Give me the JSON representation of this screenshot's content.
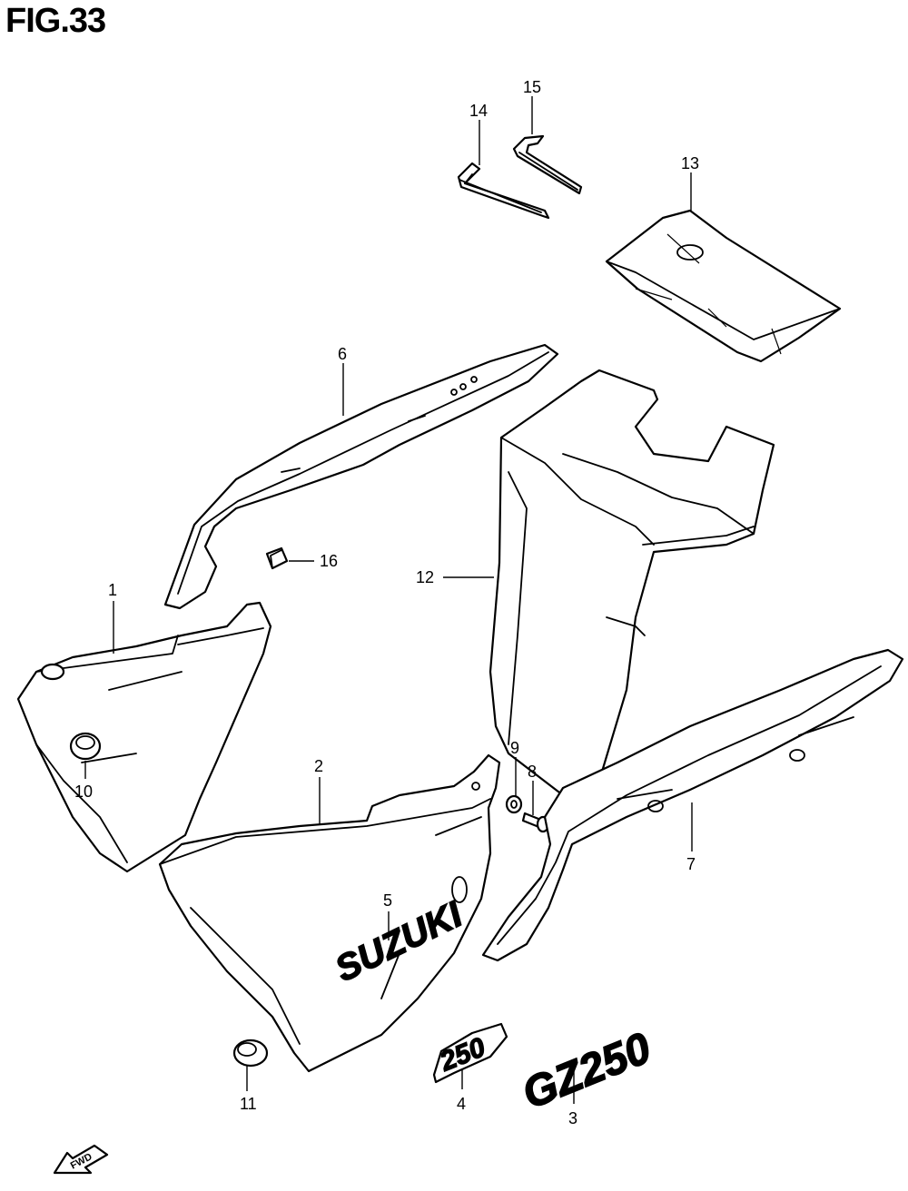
{
  "figure": {
    "title": "FIG.33"
  },
  "callouts": [
    {
      "id": "1",
      "label": "1"
    },
    {
      "id": "2",
      "label": "2"
    },
    {
      "id": "3",
      "label": "3"
    },
    {
      "id": "4",
      "label": "4"
    },
    {
      "id": "5",
      "label": "5"
    },
    {
      "id": "6",
      "label": "6"
    },
    {
      "id": "7",
      "label": "7"
    },
    {
      "id": "8",
      "label": "8"
    },
    {
      "id": "9",
      "label": "9"
    },
    {
      "id": "10",
      "label": "10"
    },
    {
      "id": "11",
      "label": "11"
    },
    {
      "id": "12",
      "label": "12"
    },
    {
      "id": "13",
      "label": "13"
    },
    {
      "id": "14",
      "label": "14"
    },
    {
      "id": "15",
      "label": "15"
    },
    {
      "id": "16",
      "label": "16"
    }
  ],
  "emblems": {
    "suzuki": "SUZUKI",
    "num250": "250",
    "gz250": "GZ250"
  },
  "fwd_label": "FWD"
}
